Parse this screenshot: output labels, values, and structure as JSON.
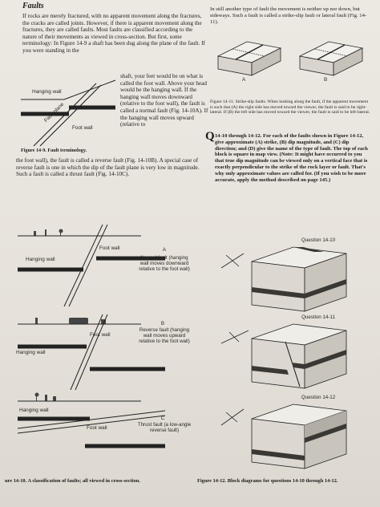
{
  "header": {
    "title": "Faults"
  },
  "left_col": {
    "p1": "If rocks are merely fractured, with no apparent movement along the fractures, the cracks are called joints. However, if there is apparent movement along the fractures, they are called faults. Most faults are classified according to the nature of their movements as viewed in cross-section. But first, some terminology: In Figure 14-9 a shaft has been dug along the plane of the fault. If you were standing in the",
    "p2": "shaft, your feet would be on what is called the foot wall. Above your head would be the hanging wall. If the hanging wall moves downward (relative to the foot wall), the fault is called a normal fault (Fig. 14-10A). If the hanging wall moves upward (relative to",
    "p3": "the foot wall), the fault is called a reverse fault (Fig. 14-10B). A special case of reverse fault is one in which the dip of the fault plane is very low in magnitude. Such a fault is called a thrust fault (Fig. 14-10C)."
  },
  "fig9": {
    "caption": "Figure 14-9. Fault terminology.",
    "hanging": "Hanging wall",
    "plane": "Fault plane",
    "foot": "Foot wall"
  },
  "right_col": {
    "intro": "In still another type of fault the movement is neither up nor down, but sideways. Such a fault is called a strike-slip fault or lateral fault (Fig. 14-11).",
    "fig11_label_a": "A",
    "fig11_label_b": "B",
    "fig11_caption": "Figure 14-11. Strike-slip faults. When looking along the fault, if the apparent movement is such that (A) the right side has moved toward the viewer, the fault is said to be right-lateral. If (B) the left side has moved toward the viewer, the fault is said to be left-lateral.",
    "q_big": "Q",
    "q_text": "14-10 through 14-12. For each of the faults shown in Figure 14-12, give approximate (A) strike, (B) dip magnitude, and (C) dip direction; and (D) give the name of the type of fault. The top of each block is square in map view. (Note: It might have occurred to you that true dip magnitude can be viewed only on a vertical face that is exactly perpendicular to the strike of the rock layer or fault. That's why only approximate values are called for. (If you wish to be more accurate, apply the method described on page 145.)"
  },
  "fig10": {
    "a": {
      "foot": "Foot wall",
      "hanging": "Hanging wall",
      "letter": "A",
      "desc": "Normal fault (hanging wall moves downward relative to the foot wall)"
    },
    "b": {
      "foot": "Foot wall",
      "hanging": "Hanging wall",
      "letter": "B",
      "desc": "Reverse fault (hanging wall moves upward relative to the foot wall)"
    },
    "c": {
      "foot": "Foot wall",
      "hanging": "Hanging wall",
      "letter": "C",
      "desc": "Thrust fault (a low-angle reverse fault)"
    },
    "caption": "ure 14-10. A classification of faults; all viewed in cross-section."
  },
  "fig12": {
    "q10": "Question 14-10",
    "q11": "Question 14-11",
    "q12": "Question 14-12",
    "caption": "Figure 14-12. Block diagrams for questions 14-10 through 14-12."
  }
}
